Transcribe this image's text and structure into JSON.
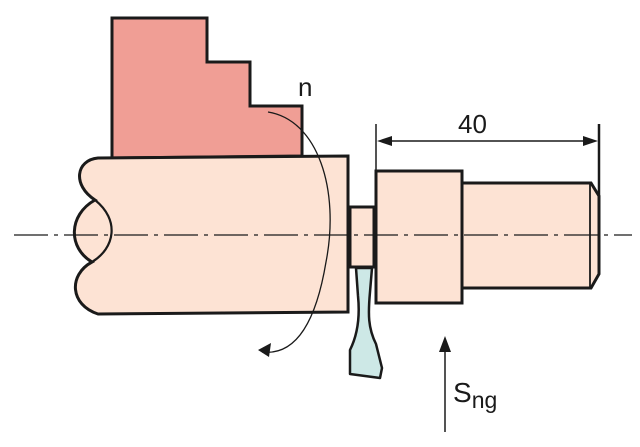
{
  "labels": {
    "speed": "n",
    "dimension": "40",
    "feed_main": "S",
    "feed_sub": "ng"
  },
  "colors": {
    "chuck_jaw": "#f09e95",
    "workpiece": "#fde3d4",
    "parting_tool": "#cde8e6",
    "outline": "#1a1a1a"
  }
}
